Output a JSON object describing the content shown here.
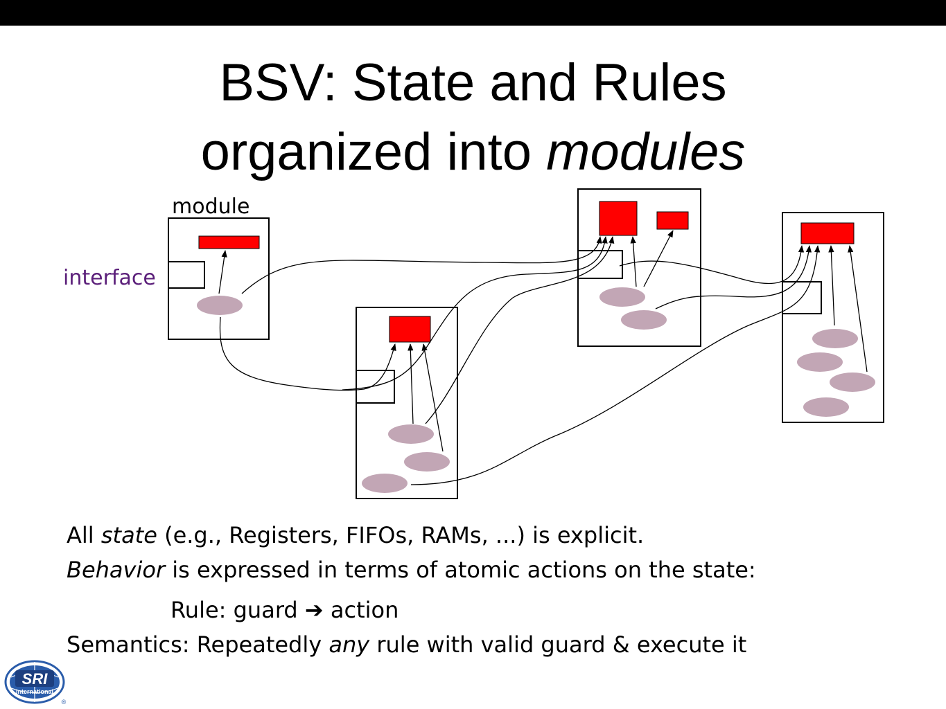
{
  "title": {
    "line1": "BSV:  State and Rules",
    "line2_prefix": "organized into ",
    "line2_em": "modules"
  },
  "labels": {
    "module": "module",
    "interface": "interface"
  },
  "colors": {
    "topbar": "#000000",
    "state": "#ff0000",
    "rule": "#c2a6b5",
    "interface_label": "#5b1f7a",
    "line": "#000000"
  },
  "body": {
    "line1": {
      "pre": "All ",
      "em": "state",
      "post": " (e.g., Registers, FIFOs, RAMs, ...) is explicit."
    },
    "line2": {
      "em": "Behavior",
      "post": " is expressed in terms of atomic actions on the state:"
    },
    "line3": {
      "pre": "Rule: guard ",
      "arrow": "➔",
      "post": " action"
    },
    "line4": {
      "pre": "Semantics: Repeatedly ",
      "em": "any",
      "post": " rule with valid guard & execute it"
    }
  },
  "logo": {
    "text_top": "SRI",
    "text_bottom": "International",
    "mark": "®"
  }
}
